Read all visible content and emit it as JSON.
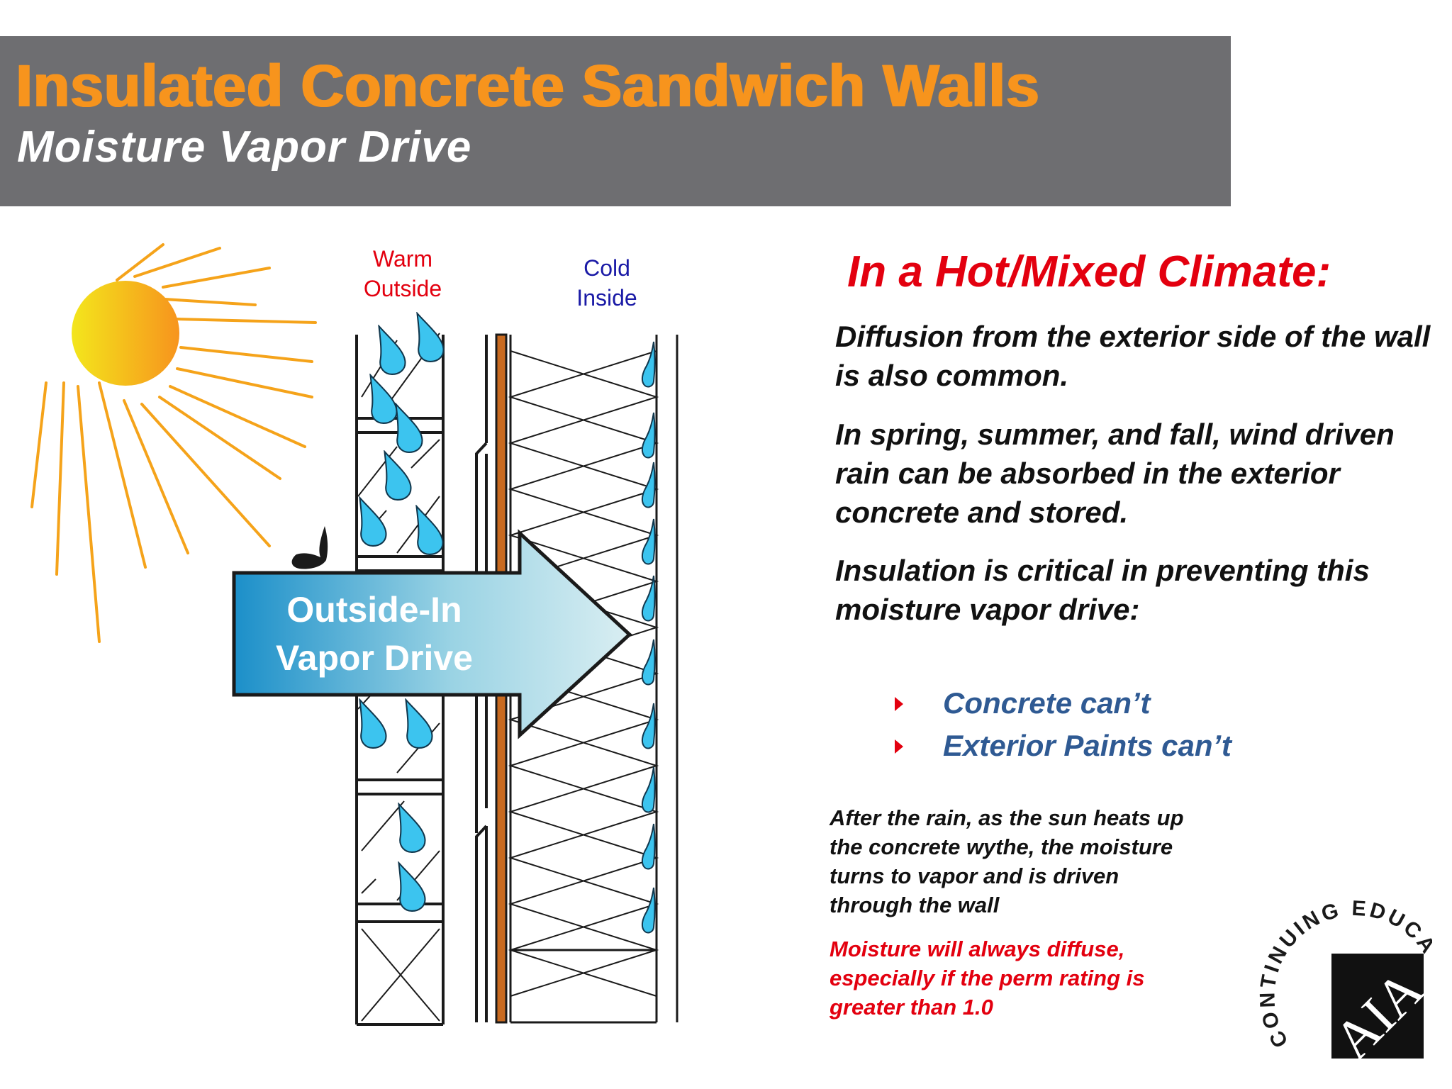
{
  "header": {
    "title": "Insulated Concrete Sandwich Walls",
    "subtitle": "Moisture Vapor Drive"
  },
  "diagram": {
    "warm_label_line1": "Warm",
    "warm_label_line2": "Outside",
    "cold_label_line1": "Cold",
    "cold_label_line2": "Inside",
    "arrow_label_line1": "Outside-In",
    "arrow_label_line2": "Vapor Drive"
  },
  "content": {
    "heading": "In a Hot/Mixed Climate:",
    "para1": "Diffusion from the exterior side of the wall is also common.",
    "para2": "In spring, summer, and fall, wind driven rain can be absorbed in the exterior concrete and stored.",
    "para3": "Insulation is critical in preventing this moisture vapor drive:",
    "bullets": [
      "Concrete can’t",
      "Exterior Paints can’t"
    ],
    "note_black": "After the rain, as the sun heats up the concrete wythe, the moisture turns to vapor and is driven through the wall",
    "note_red": "Moisture will always diffuse, especially if the perm rating is greater than 1.0"
  },
  "logo": {
    "ring_text": "CONTINUING EDUCATION",
    "mark_text": "AIA"
  },
  "colors": {
    "title_orange": "#f7941d",
    "header_gray": "#6e6e71",
    "heading_red": "#e3000f",
    "bullet_blue": "#2f5a93",
    "warm_red": "#e3000f",
    "cold_blue": "#1a1aa6",
    "drop_blue": "#3cc4ef"
  }
}
